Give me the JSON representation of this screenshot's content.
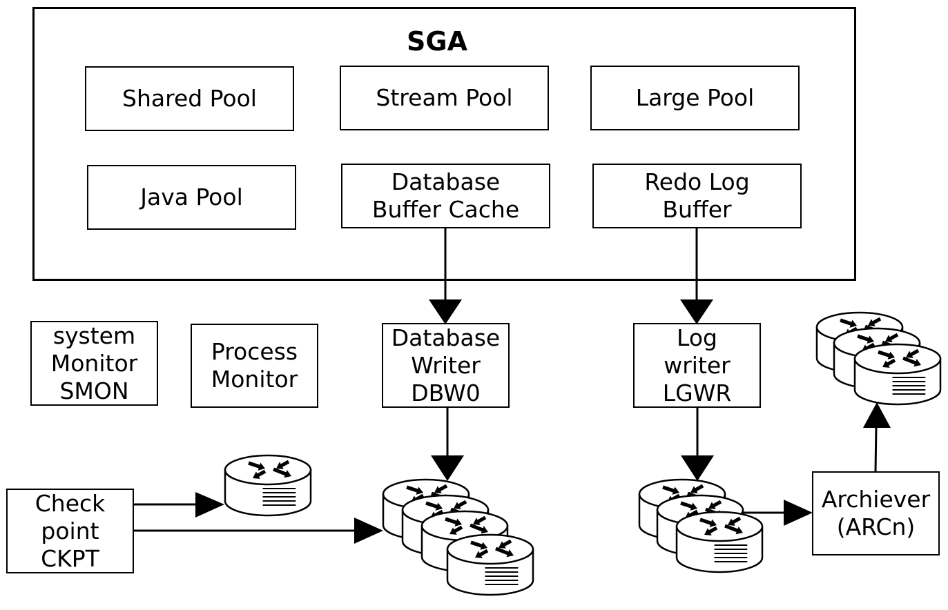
{
  "sga": {
    "title": "SGA",
    "components": {
      "shared_pool": "Shared Pool",
      "stream_pool": "Stream Pool",
      "large_pool": "Large Pool",
      "java_pool": "Java Pool",
      "db_buffer_cache": "Database\nBuffer Cache",
      "redo_log_buffer": "Redo Log\nBuffer"
    }
  },
  "processes": {
    "smon": "system\nMonitor\nSMON",
    "pmon": "Process\nMonitor",
    "dbwr": "Database\nWriter\nDBW0",
    "lgwr": "Log\nwriter\nLGWR",
    "ckpt": "Check\npoint\nCKPT",
    "arch": "Archiever\n(ARCn)"
  },
  "icons": {
    "disk": "database-disk-icon"
  },
  "colors": {
    "stroke": "#000000",
    "fill": "#ffffff"
  }
}
